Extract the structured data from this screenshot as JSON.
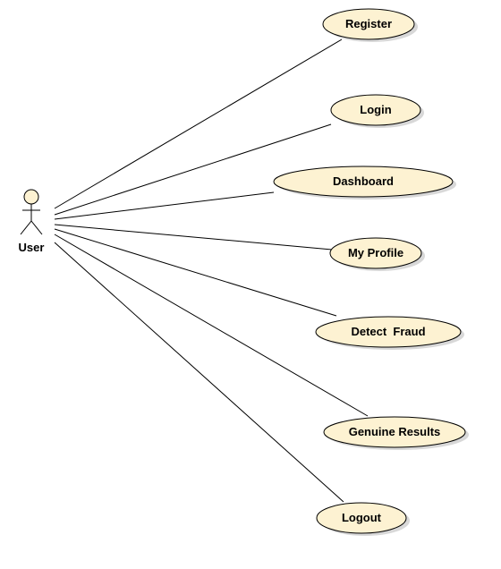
{
  "actor": {
    "label": "User"
  },
  "use_cases": [
    {
      "id": "register",
      "label": "Register"
    },
    {
      "id": "login",
      "label": "Login"
    },
    {
      "id": "dashboard",
      "label": "Dashboard"
    },
    {
      "id": "my-profile",
      "label": "My Profile"
    },
    {
      "id": "detect-fraud",
      "label": "Detect  Fraud"
    },
    {
      "id": "genuine-results",
      "label": "Genuine Results"
    },
    {
      "id": "logout",
      "label": "Logout"
    }
  ],
  "colors": {
    "use_case_fill": "#fdf2d2",
    "use_case_stroke": "#000000",
    "shadow": "#d8d8d8",
    "line": "#000000",
    "actor_head_fill": "#fdf2d2"
  }
}
